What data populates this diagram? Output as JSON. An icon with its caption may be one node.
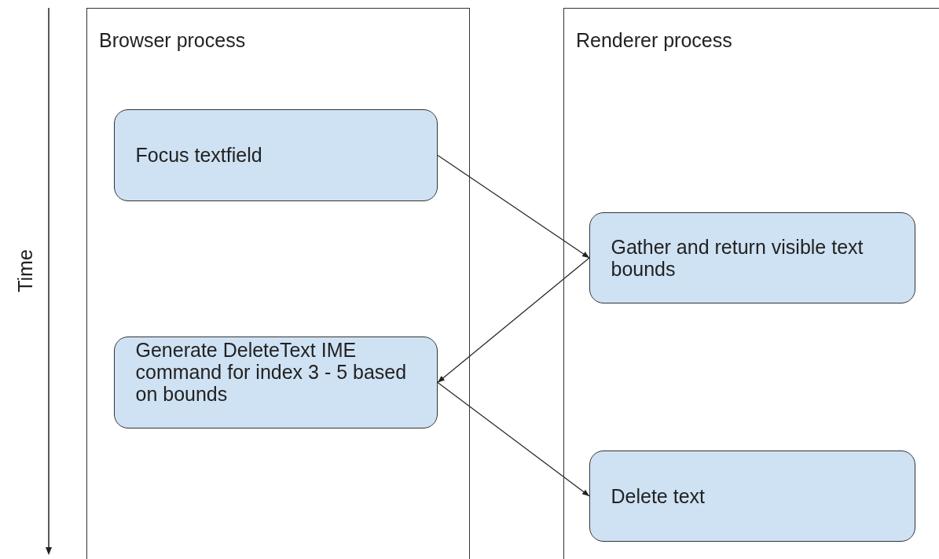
{
  "diagram": {
    "nodes": [
      {
        "text": [
          "Browser process"
        ]
      },
      {
        "text": [
          "Focus textfield"
        ],
        "in": 0
      },
      {
        "text": [
          "Generate DeleteText IME command for index 3 - 5 based on bounds"
        ],
        "in": 0
      },
      {
        "text": [
          "Renderer process"
        ]
      },
      {
        "text": [
          "Gather and return visible text bounds"
        ],
        "in": 3
      },
      {
        "text": [
          "Delete text"
        ],
        "in": 3
      }
    ],
    "edges": [
      {
        "from": 1,
        "to": 4,
        "arrow": "to"
      },
      {
        "from": 4,
        "to": 2,
        "arrow": "to"
      },
      {
        "from": 2,
        "to": 5,
        "arrow": "to"
      }
    ],
    "labels": [
      "Time"
    ]
  }
}
